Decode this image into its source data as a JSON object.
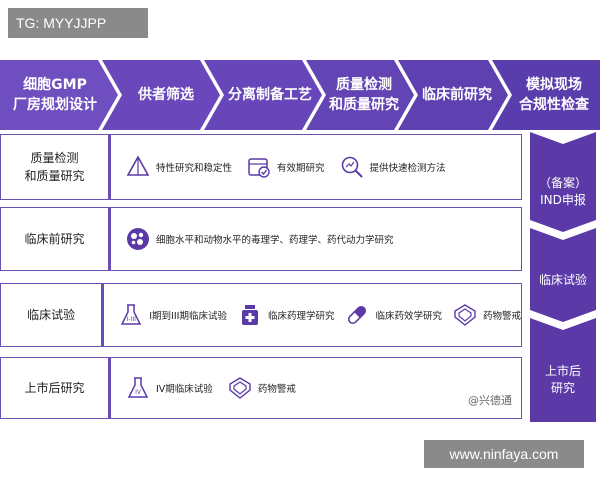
{
  "watermark_tag": "TG: MYYJJPP",
  "stages": [
    {
      "label_line1": "细胞GMP",
      "label_line2": "厂房规划设计"
    },
    {
      "label_line1": "供者筛选",
      "label_line2": ""
    },
    {
      "label_line1": "分离制备工艺",
      "label_line2": ""
    },
    {
      "label_line1": "质量检测",
      "label_line2": "和质量研究"
    },
    {
      "label_line1": "临床前研究",
      "label_line2": ""
    },
    {
      "label_line1": "模拟现场",
      "label_line2": "合规性检查"
    }
  ],
  "rows": [
    {
      "label_line1": "质量检测",
      "label_line2": "和质量研究",
      "items": [
        {
          "icon": "pyramid-icon",
          "text": "特性研究和稳定性"
        },
        {
          "icon": "calendar-check-icon",
          "text": "有效期研究"
        },
        {
          "icon": "magnifier-chart-icon",
          "text": "提供快速检测方法"
        }
      ]
    },
    {
      "label_line1": "临床前研究",
      "label_line2": "",
      "items": [
        {
          "icon": "cells-icon",
          "text": "细胞水平和动物水平的毒理学、药理学、药代动力学研究"
        }
      ]
    },
    {
      "label_line1": "临床试验",
      "label_line2": "",
      "items": [
        {
          "icon": "flask-icon",
          "icon_text": "I-III",
          "text": "I期到III期临床试验"
        },
        {
          "icon": "medicine-bottle-icon",
          "text": "临床药理学研究"
        },
        {
          "icon": "capsule-icon",
          "text": "临床药效学研究"
        },
        {
          "icon": "warning-shield-icon",
          "text": "药物警戒"
        }
      ]
    },
    {
      "label_line1": "上市后研究",
      "label_line2": "",
      "items": [
        {
          "icon": "flask-icon",
          "icon_text": "IV",
          "text": "IV期临床试验"
        },
        {
          "icon": "warning-shield-icon",
          "text": "药物警戒"
        }
      ]
    }
  ],
  "right_column": [
    {
      "line1": "（备案）",
      "line2": "IND申报",
      "line3": ""
    },
    {
      "line1": "临床试验",
      "line2": "",
      "line3": ""
    },
    {
      "line1": "上市后",
      "line2": "研究",
      "line3": ""
    }
  ],
  "source_watermark": "@兴德通",
  "site_watermark": "www.ninfaya.com",
  "colors": {
    "primary": "#5b3aa8",
    "stage_light": "#7d5cc4",
    "border": "#6b4fb0"
  }
}
